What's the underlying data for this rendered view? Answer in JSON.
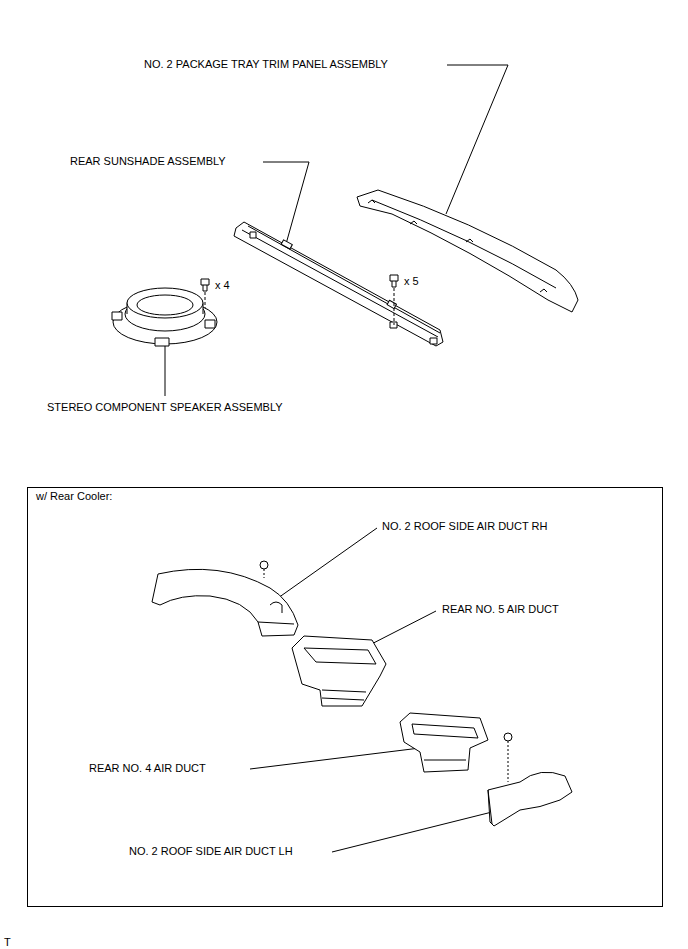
{
  "diagram": {
    "nodes": [
      {
        "text": [
          "w/ Rear Cooler:"
        ]
      }
    ],
    "labels": [
      "NO. 2 PACKAGE TRAY TRIM PANEL ASSEMBLY",
      "REAR SUNSHADE ASSEMBLY",
      "x 4",
      "x 5",
      "STEREO COMPONENT SPEAKER ASSEMBLY",
      "NO. 2 ROOF SIDE AIR DUCT RH",
      "REAR NO. 5 AIR DUCT",
      "REAR NO. 4 AIR DUCT",
      "NO. 2 ROOF SIDE AIR DUCT LH",
      "T"
    ]
  }
}
